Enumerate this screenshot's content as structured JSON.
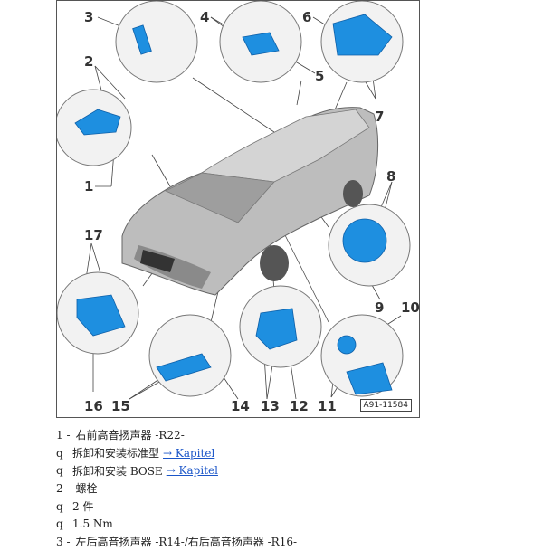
{
  "figure": {
    "code": "A91-11584",
    "callouts": [
      "1",
      "2",
      "3",
      "4",
      "5",
      "6",
      "7",
      "8",
      "9",
      "10",
      "11",
      "12",
      "13",
      "14",
      "15",
      "16",
      "17"
    ]
  },
  "rows": [
    {
      "kind": "item",
      "num": "1 -",
      "text": "右前高音扬声器 -R22-"
    },
    {
      "kind": "bullet",
      "mark": "q",
      "text": "拆卸和安装标准型",
      "link": "→ Kapitel"
    },
    {
      "kind": "bullet",
      "mark": "q",
      "text": "拆卸和安装 BOSE",
      "link": "→ Kapitel"
    },
    {
      "kind": "item",
      "num": "2 -",
      "text": "螺栓"
    },
    {
      "kind": "bullet",
      "mark": "q",
      "text": "2 件"
    },
    {
      "kind": "bullet",
      "mark": "q",
      "text": "1.5 Nm"
    },
    {
      "kind": "item",
      "num": "3 -",
      "text": "左后高音扬声器 -R14-/右后高音扬声器 -R16-"
    }
  ],
  "colors": {
    "part": "#1e8fe0",
    "car": "#c4c4c4",
    "outline": "#555555"
  }
}
